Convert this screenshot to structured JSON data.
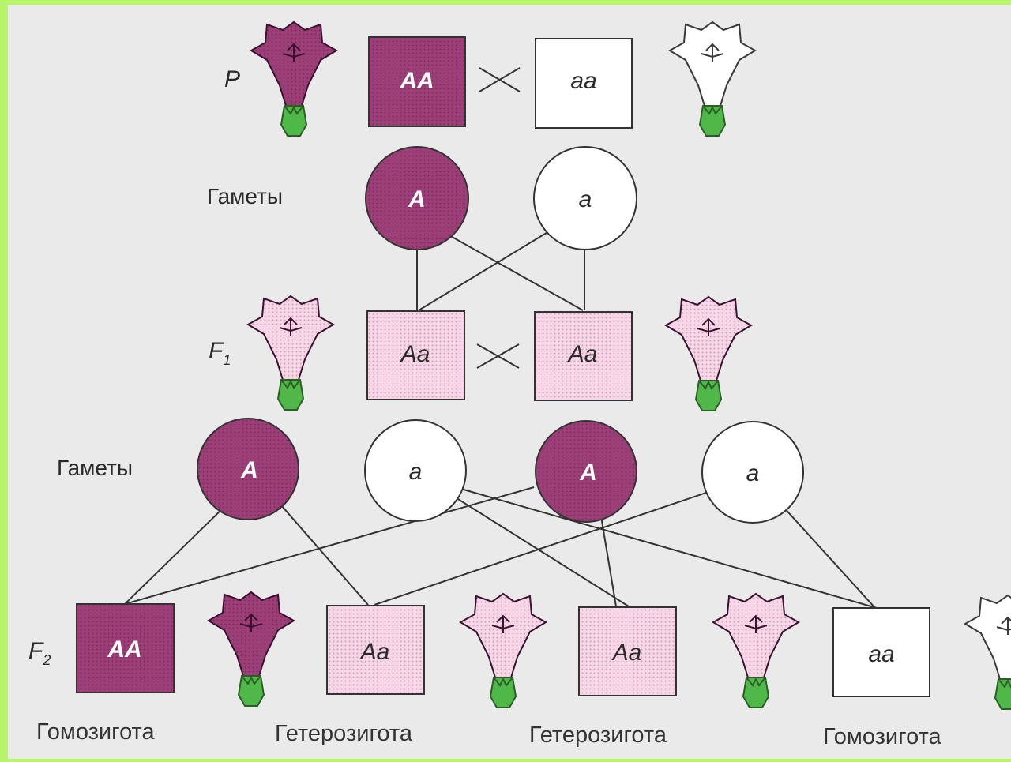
{
  "generations": {
    "p": "P",
    "f1": "F",
    "f1_sub": "1",
    "f2": "F",
    "f2_sub": "2"
  },
  "gametes_label": "Гаметы",
  "parents": [
    {
      "genotype": "AA",
      "phenotype": "dark"
    },
    {
      "genotype": "aa",
      "phenotype": "white"
    }
  ],
  "gametes_p": [
    {
      "allele": "A",
      "phenotype": "dark"
    },
    {
      "allele": "a",
      "phenotype": "white"
    }
  ],
  "f1": [
    {
      "genotype": "Aa",
      "phenotype": "pink"
    },
    {
      "genotype": "Aa",
      "phenotype": "pink"
    }
  ],
  "gametes_f1": [
    {
      "allele": "A",
      "phenotype": "dark"
    },
    {
      "allele": "a",
      "phenotype": "white"
    },
    {
      "allele": "A",
      "phenotype": "dark"
    },
    {
      "allele": "a",
      "phenotype": "white"
    }
  ],
  "f2": [
    {
      "genotype": "AA",
      "caption": "Гомозигота",
      "phenotype": "dark"
    },
    {
      "genotype": "Aa",
      "caption": "Гетерозигота",
      "phenotype": "pink"
    },
    {
      "genotype": "Aa",
      "caption": "Гетерозигота",
      "phenotype": "pink"
    },
    {
      "genotype": "aa",
      "caption": "Гомозигота",
      "phenotype": "white"
    }
  ],
  "colors": {
    "frame": "#b6f56a",
    "background": "#eaeaea",
    "dominant": "#9a3d75",
    "hybrid": "#f4d4e6",
    "recessive": "#ffffff",
    "stem": "#4fb848",
    "line": "#333333"
  }
}
